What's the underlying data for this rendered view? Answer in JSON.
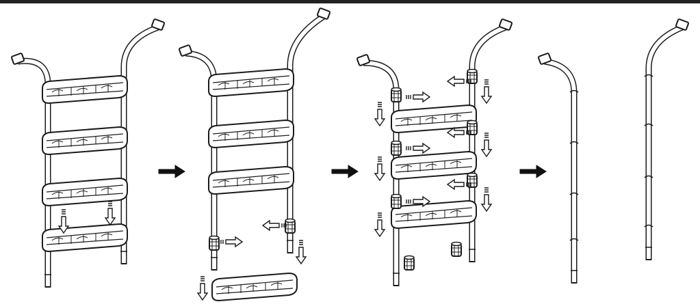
{
  "diagram": {
    "kind": "assembly-sequence",
    "stage_count": 4,
    "step_arrow_count": 3,
    "top_rule_color": "#222222",
    "line_color": "#1a1a1a",
    "fill_color": "#ffffff",
    "stages": [
      {
        "name": "assembled-ladder",
        "rungs": 4,
        "state": "complete"
      },
      {
        "name": "bottom-rung-removed",
        "rungs": 3,
        "state": "one rung detached with connector bushings"
      },
      {
        "name": "rungs-sliding-off",
        "rungs": 3,
        "state": "rungs and bushings being removed from rails"
      },
      {
        "name": "bare-rails",
        "rungs": 0,
        "state": "two rails only"
      }
    ],
    "icons": [
      "step-arrow-icon",
      "slide-arrow-icon",
      "connector-bushing-icon"
    ]
  }
}
